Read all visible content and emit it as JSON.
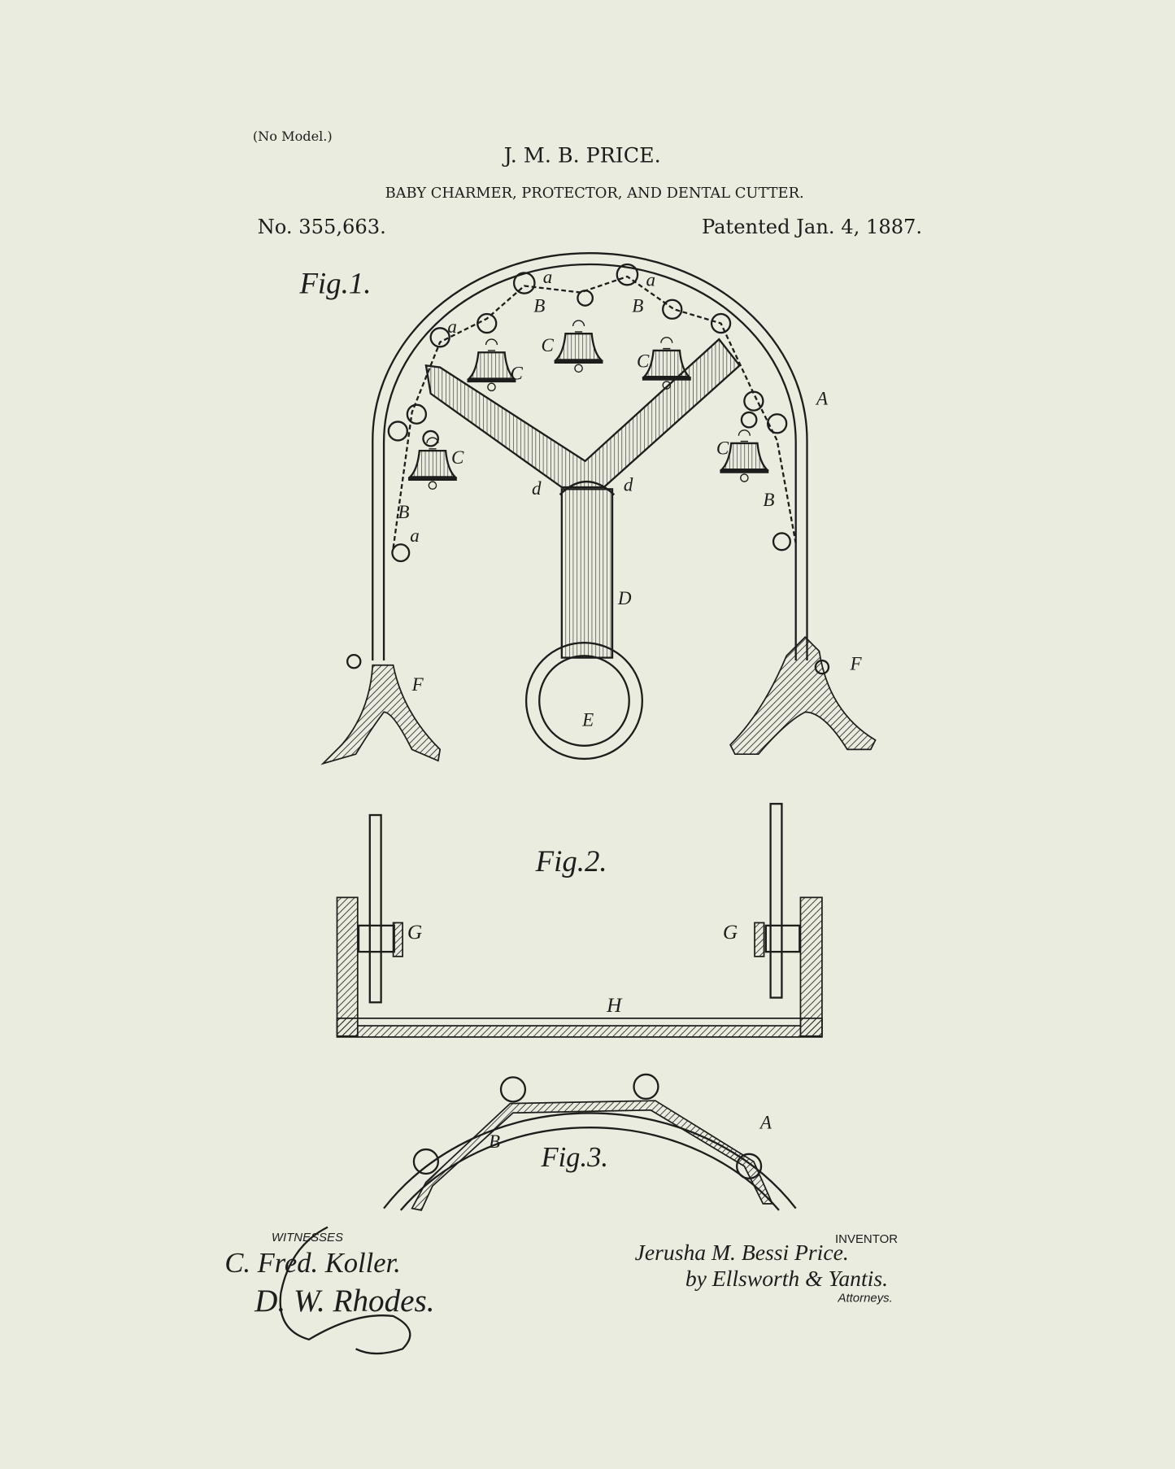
{
  "header": {
    "no_model": "(No Model.)",
    "inventor_name": "J. M. B. PRICE.",
    "title": "BABY CHARMER, PROTECTOR, AND DENTAL CUTTER.",
    "patent_no": "No. 355,663.",
    "patent_date": "Patented Jan. 4, 1887."
  },
  "figures": {
    "fig1": "Fig.1.",
    "fig2": "Fig.2.",
    "fig3": "Fig.3."
  },
  "reference_labels": {
    "a": "a",
    "A": "A",
    "B": "B",
    "C": "C",
    "D": "D",
    "d": "d",
    "E": "E",
    "F": "F",
    "G": "G",
    "H": "H"
  },
  "signatures": {
    "witnesses_label": "WITNESSES",
    "witness_1": "C. Fred. Koller.",
    "witness_2": "D. W. Rhodes.",
    "inventor_label": "INVENTOR",
    "inventor": "Jerusha M. Bessi Price.",
    "attorneys_line": "by Ellsworth & Yantis.",
    "attorneys_label": "Attorneys."
  }
}
